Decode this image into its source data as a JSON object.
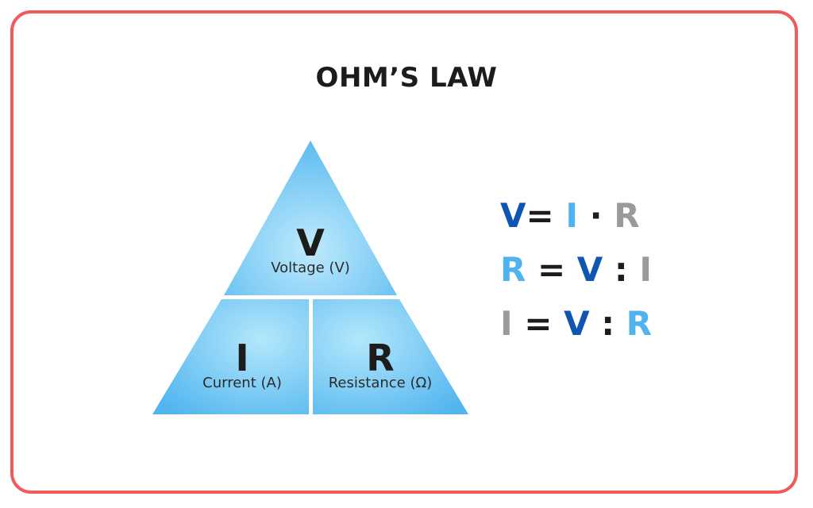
{
  "title": "OHM’S LAW",
  "triangle": {
    "top": {
      "symbol": "V",
      "label": "Voltage (V)"
    },
    "left": {
      "symbol": "I",
      "label": "Current (A)"
    },
    "right": {
      "symbol": "R",
      "label": "Resistance (Ω)"
    }
  },
  "formulas": [
    {
      "parts": [
        {
          "text": "V",
          "color": "#0f56b3"
        },
        {
          "text": "= ",
          "color": "#1c1c1c"
        },
        {
          "text": "I",
          "color": "#4fb3f0"
        },
        {
          "text": " · ",
          "color": "#1c1c1c"
        },
        {
          "text": "R",
          "color": "#9a9a9a"
        }
      ]
    },
    {
      "parts": [
        {
          "text": "R",
          "color": "#4fb3f0"
        },
        {
          "text": " = ",
          "color": "#1c1c1c"
        },
        {
          "text": "V",
          "color": "#0f56b3"
        },
        {
          "text": " : ",
          "color": "#1c1c1c"
        },
        {
          "text": "I",
          "color": "#9a9a9a"
        }
      ]
    },
    {
      "parts": [
        {
          "text": "I",
          "color": "#9a9a9a"
        },
        {
          "text": " = ",
          "color": "#1c1c1c"
        },
        {
          "text": "V",
          "color": "#0f56b3"
        },
        {
          "text": " : ",
          "color": "#1c1c1c"
        },
        {
          "text": "R",
          "color": "#4fb3f0"
        }
      ]
    }
  ],
  "colors": {
    "border": "#f05a5a",
    "triangle_light": "#b6e8fb",
    "triangle_dark": "#4fb3f0",
    "dark_blue": "#0f56b3",
    "light_blue": "#4fb3f0",
    "gray": "#9a9a9a"
  }
}
